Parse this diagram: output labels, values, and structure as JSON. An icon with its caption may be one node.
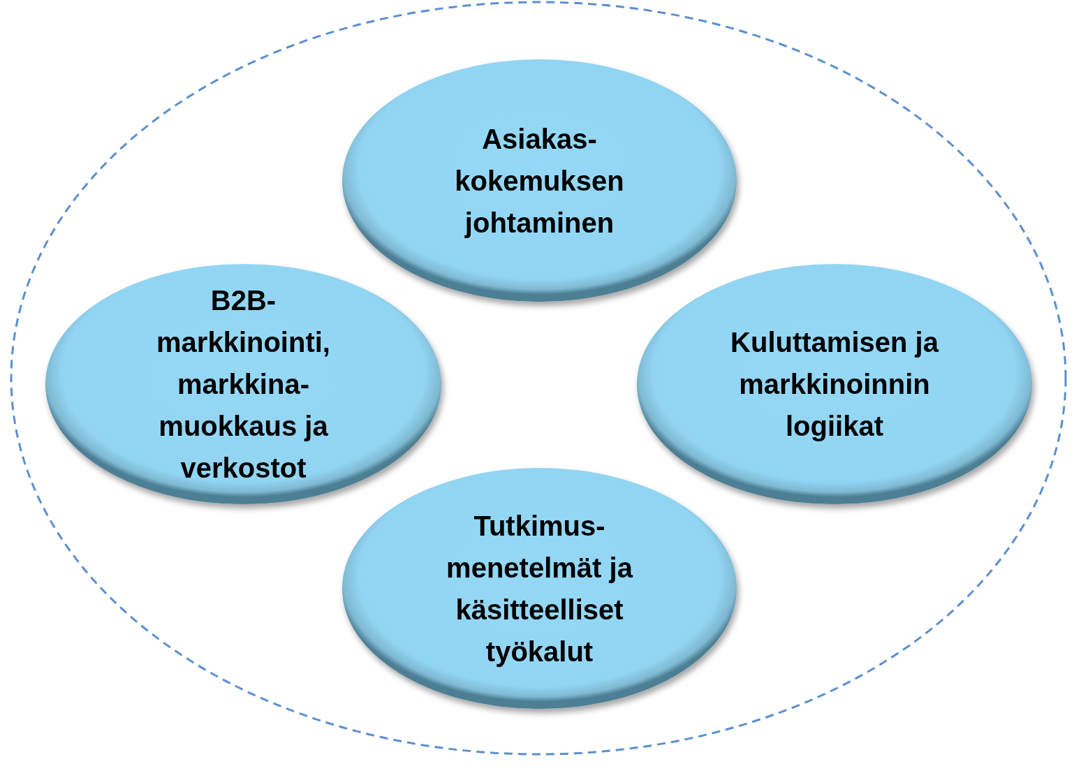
{
  "diagram": {
    "nodes": [
      {
        "text": [],
        "shape": "ellipse"
      },
      {
        "text": [
          "Asiakas- kokemuksen johtaminen"
        ],
        "in": 0
      },
      {
        "text": [
          "B2B- markkinointi, markkina- muokkaus ja verkostot"
        ],
        "in": 0
      },
      {
        "text": [
          "Kuluttamisen ja markkinoinnin logiikat"
        ],
        "in": 0
      },
      {
        "text": [
          "Tutkimus- menetelmät ja käsitteelliset työkalut"
        ],
        "in": 0
      }
    ]
  }
}
